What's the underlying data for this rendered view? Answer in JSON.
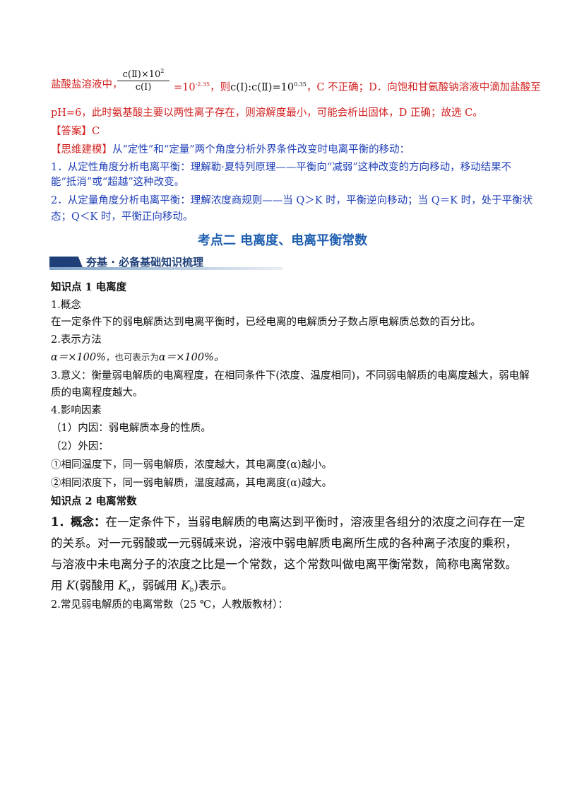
{
  "p1": {
    "lead": "盐酸盐溶液中，",
    "frac_num": "c(Ⅱ)×10",
    "frac_num_sup": "2",
    "frac_den": "c(Ⅰ)",
    "eq": "=10",
    "eq_sup": "-2.35",
    "mid": "，则",
    "ratio": "c(Ⅰ):c(Ⅱ)=10",
    "ratio_sup": "0.35",
    "tail": "，C 不正确；D．向饱和甘氨酸钠溶液中滴加盐酸至"
  },
  "p2": "pH=6，此时氨基酸主要以两性离子存在，则溶解度最小，可能会析出固体，D 正确；故选 C。",
  "answer_label": "【答案】",
  "answer_value": "C",
  "model_label": "【思维建模】",
  "model_text": "从“定性”和“定量”两个角度分析外界条件改变时电离平衡的移动：",
  "m1a": "1．从定性角度分析电离平衡：理解勒·夏特列原理——平衡向“减弱”这种改变的方向移动，移动结果不",
  "m1b": "能“抵消”或“超越”这种改变。",
  "m2a": "2．从定量角度分析电离平衡：理解浓度商规则——当 Q＞K 时，平衡逆向移动；当 Q＝K 时，处于平衡状",
  "m2b": "态；Q＜K 时，平衡正向移动。",
  "section_title": "考点二  电离度、电离平衡常数",
  "banner": "夯基 · 必备基础知识梳理",
  "k1_title": "知识点 1    电离度",
  "k1_1": "1.概念",
  "k1_1_text": "在一定条件下的弱电解质达到电离平衡时，已经电离的电解质分子数占原电解质总数的百分比。",
  "k1_2": "2.表示方法",
  "k1_2_a": "α＝×100%",
  "k1_2_b": "，也可表示为",
  "k1_2_c": "α＝×100%。",
  "k1_3a": "3.意义：衡量弱电解质的电离程度，在相同条件下(浓度、温度相同)，不同弱电解质的电离度越大，弱电解",
  "k1_3b": "质的电离程度越大。",
  "k1_4": "4.影响因素",
  "k1_4_1": "（1）内因：弱电解质本身的性质。",
  "k1_4_2": "（2）外因：",
  "k1_4_c1": "①相同温度下，同一弱电解质，浓度越大，其电离度(α)越小。",
  "k1_4_c2": "②相同浓度下，同一弱电解质，温度越高，其电离度(α)越大。",
  "k2_title": "知识点 2    电离常数",
  "k2_1_label": "1．概念：",
  "k2_1_a": "在一定条件下，当弱电解质的电离达到平衡时，溶液里各组分的浓度之间存在一定",
  "k2_1_b": "的关系。对一元弱酸或一元弱碱来说，溶液中弱电解质电离所生成的各种离子浓度的乘积，",
  "k2_1_c": "与溶液中未电离分子的浓度之比是一个常数，这个常数叫做电离平衡常数，简称电离常数。",
  "k2_1_d_pre": "用 ",
  "k2_1_d_K": "K",
  "k2_1_d_mid1": "(弱酸用 ",
  "k2_1_d_Ka": "K",
  "k2_1_d_a": "a",
  "k2_1_d_mid2": "，弱碱用 ",
  "k2_1_d_Kb": "K",
  "k2_1_d_b": "b",
  "k2_1_d_post": ")表示。",
  "k2_2": "2.常见弱电解质的电离常数（25 ℃，人教版教材）："
}
